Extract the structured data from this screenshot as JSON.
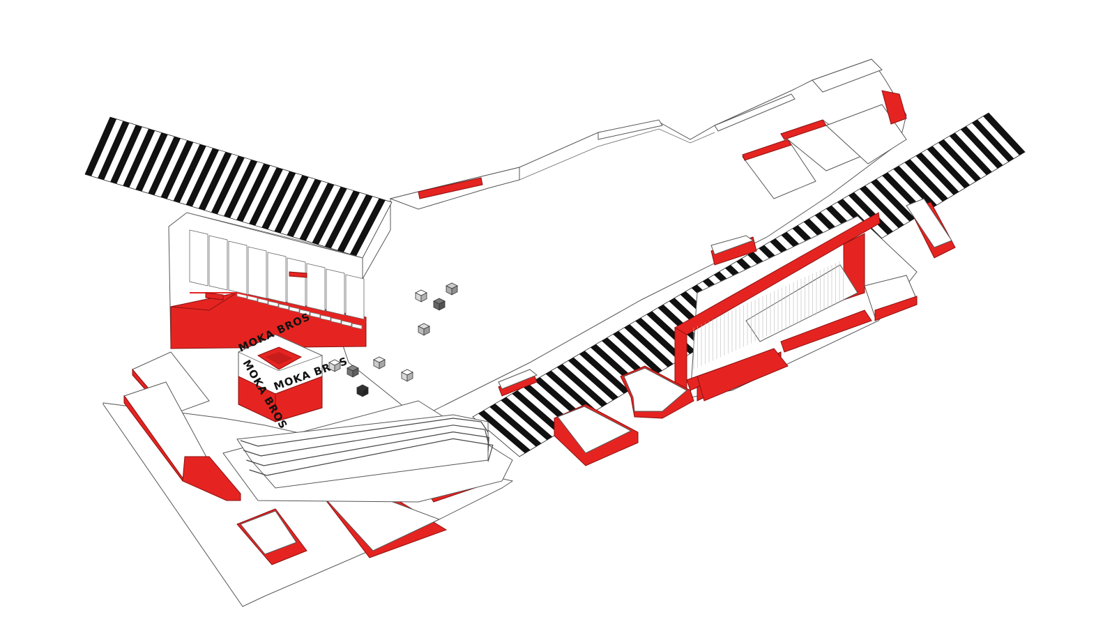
{
  "kiosk": {
    "sign_front": "MOKA BROS",
    "sign_side": "MOKA BROS",
    "sign_back": "MOKA BROS"
  },
  "colors": {
    "accent": "#e52421",
    "stripe": "#111111",
    "background": "#ffffff"
  }
}
